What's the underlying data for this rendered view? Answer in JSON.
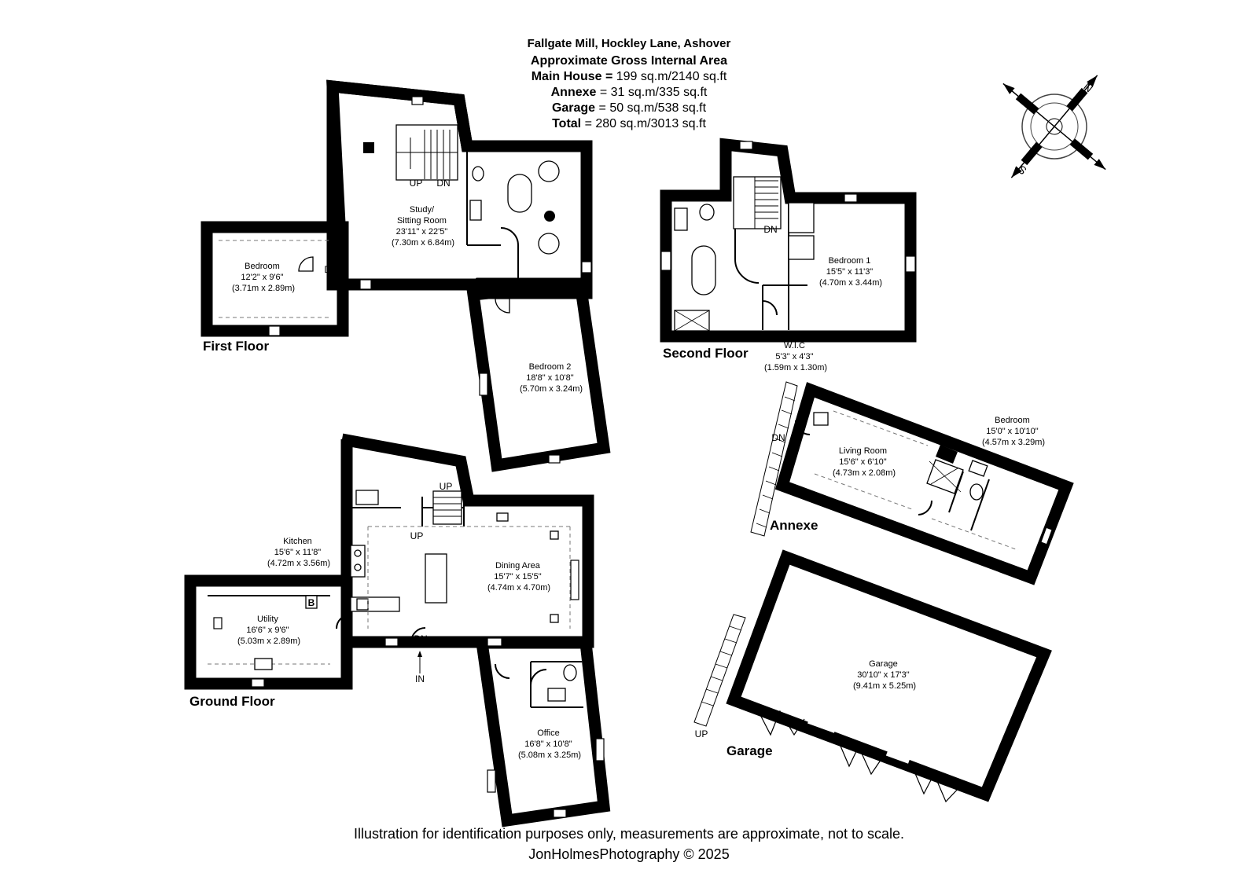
{
  "header": {
    "title": "Fallgate Mill, Hockley Lane, Ashover",
    "subtitle": "Approximate Gross Internal Area",
    "areas": [
      {
        "label": "Main House =",
        "value": " 199 sq.m/2140 sq.ft"
      },
      {
        "label": "Annexe",
        "value": " = 31 sq.m/335 sq.ft"
      },
      {
        "label": "Garage",
        "value": " = 50 sq.m/538 sq.ft"
      },
      {
        "label": "Total",
        "value": " = 280 sq.m/3013 sq.ft"
      }
    ]
  },
  "floors": {
    "first": "First Floor",
    "second": "Second Floor",
    "ground": "Ground Floor",
    "annexe": "Annexe",
    "garage": "Garage"
  },
  "rooms": {
    "study": [
      "Study/",
      "Sitting Room",
      "23'11\" x 22'5\"",
      "(7.30m x 6.84m)"
    ],
    "bedroom_first": [
      "Bedroom",
      "12'2\" x 9'6\"",
      "(3.71m x 2.89m)"
    ],
    "bedroom2": [
      "Bedroom 2",
      "18'8\" x 10'8\"",
      "(5.70m x 3.24m)"
    ],
    "bedroom1": [
      "Bedroom 1",
      "15'5\" x 11'3\"",
      "(4.70m x 3.44m)"
    ],
    "wic": [
      "W.I.C",
      "5'3\" x 4'3\"",
      "(1.59m x 1.30m)"
    ],
    "annexe_bedroom": [
      "Bedroom",
      "15'0\" x 10'10\"",
      "(4.57m x 3.29m)"
    ],
    "living": [
      "Living Room",
      "15'6\" x 6'10\"",
      "(4.73m x 2.08m)"
    ],
    "kitchen": [
      "Kitchen",
      "15'6\" x 11'8\"",
      "(4.72m x 3.56m)"
    ],
    "dining": [
      "Dining Area",
      "15'7\" x 15'5\"",
      "(4.74m x 4.70m)"
    ],
    "utility": [
      "Utility",
      "16'6\" x 9'6\"",
      "(5.03m x 2.89m)"
    ],
    "office": [
      "Office",
      "16'8\" x 10'8\"",
      "(5.08m x 3.25m)"
    ],
    "garage": [
      "Garage",
      "30'10\" x 17'3\"",
      "(9.41m x 5.25m)"
    ]
  },
  "markers": {
    "up": "UP",
    "dn": "DN",
    "in": "IN",
    "boiler": "B"
  },
  "compass": {
    "north": "N",
    "south": "S"
  },
  "footer": {
    "disclaimer": "Illustration for identification purposes only, measurements are approximate, not to scale.",
    "credit": "JonHolmesPhotography © 2025"
  }
}
